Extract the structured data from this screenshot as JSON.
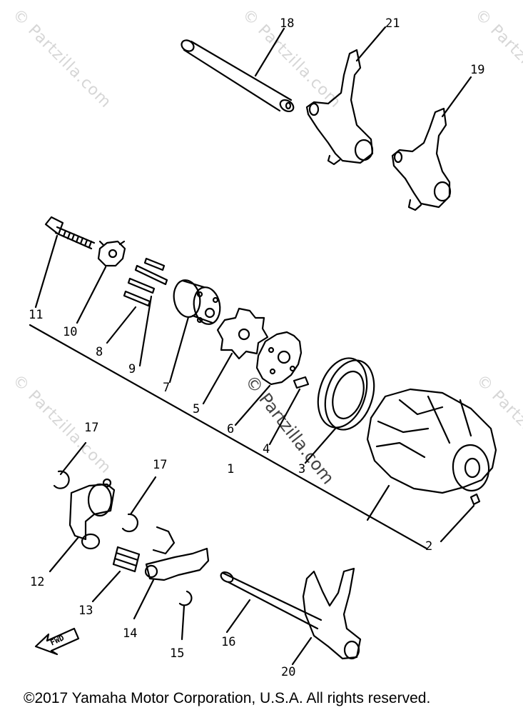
{
  "watermark": {
    "text": "© Partzilla.com",
    "center_text": "© Partzilla.com"
  },
  "fwd_label": "FWD",
  "copyright": "©2017  Yamaha Motor Corporation, U.S.A. All rights reserved.",
  "callouts": [
    {
      "id": "c18",
      "label": "18"
    },
    {
      "id": "c21",
      "label": "21"
    },
    {
      "id": "c19",
      "label": "19"
    },
    {
      "id": "c11",
      "label": "11"
    },
    {
      "id": "c10",
      "label": "10"
    },
    {
      "id": "c8",
      "label": "8"
    },
    {
      "id": "c9",
      "label": "9"
    },
    {
      "id": "c7",
      "label": "7"
    },
    {
      "id": "c5",
      "label": "5"
    },
    {
      "id": "c6",
      "label": "6"
    },
    {
      "id": "c4",
      "label": "4"
    },
    {
      "id": "c1",
      "label": "1"
    },
    {
      "id": "c3",
      "label": "3"
    },
    {
      "id": "c2",
      "label": "2"
    },
    {
      "id": "c17a",
      "label": "17"
    },
    {
      "id": "c17b",
      "label": "17"
    },
    {
      "id": "c12",
      "label": "12"
    },
    {
      "id": "c13",
      "label": "13"
    },
    {
      "id": "c14",
      "label": "14"
    },
    {
      "id": "c15",
      "label": "15"
    },
    {
      "id": "c16",
      "label": "16"
    },
    {
      "id": "c20",
      "label": "20"
    }
  ]
}
